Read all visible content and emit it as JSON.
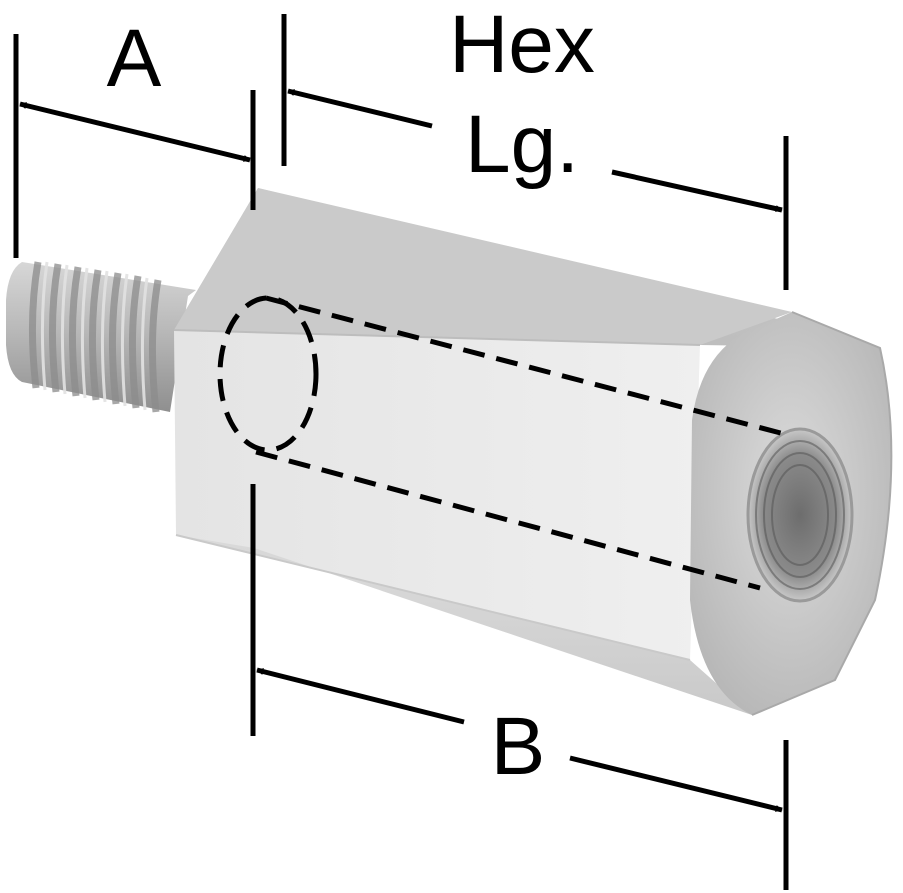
{
  "diagram": {
    "labels": {
      "a": "A",
      "hex": "Hex",
      "lg": "Lg.",
      "b": "B"
    },
    "colors": {
      "line": "#000000",
      "metal_light": "#ececec",
      "metal_mid": "#cfcfcf",
      "metal_dark": "#a9a9a9",
      "background": "#ffffff"
    },
    "parts": [
      "male-threaded-stud",
      "hex-body",
      "internal-threaded-hole",
      "hidden-bore"
    ]
  }
}
